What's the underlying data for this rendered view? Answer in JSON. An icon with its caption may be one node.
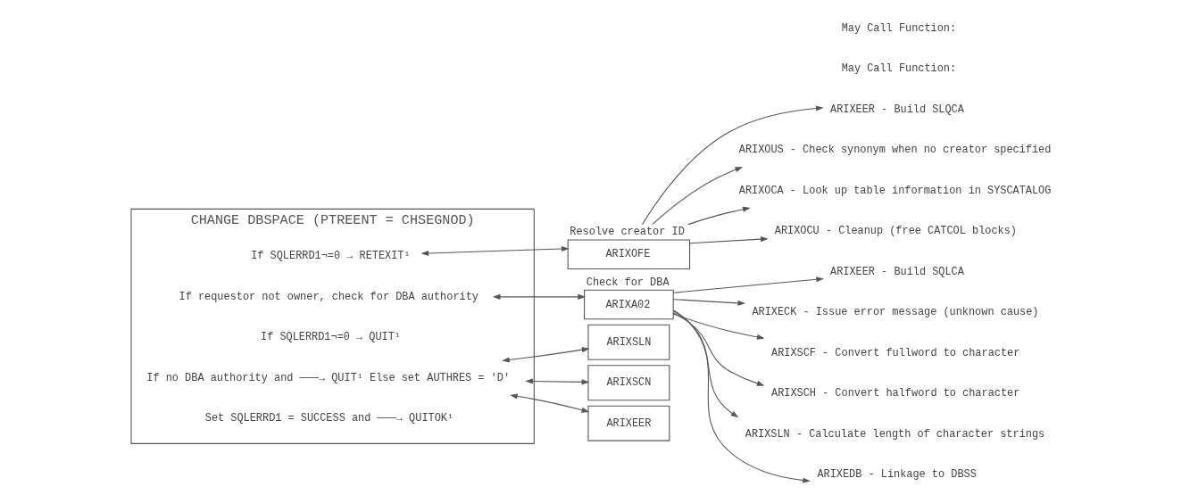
{
  "diagram": {
    "nodes": [
      {
        "text": [
          "CHANGE DBSPACE (PTREENT = CHSEGNOD)"
        ]
      },
      {
        "text": [
          "If SQLERRD1¬=0 → RETEXIT¹"
        ],
        "in": 0
      },
      {
        "text": [
          "If requestor not owner, check for DBA authority"
        ],
        "in": 0
      },
      {
        "text": [
          "If SQLERRD1¬=0 → QUIT¹"
        ],
        "in": 0
      },
      {
        "text": [
          "If no DBA authority and ———→ QUIT¹ Else set AUTHRES = 'D'"
        ],
        "in": 0
      },
      {
        "text": [
          "Set SQLERRD1 = SUCCESS and ———→ QUITOK¹"
        ],
        "in": 0
      },
      {
        "text": [
          "ARIXOFE"
        ],
        "beside": [
          "Resolve creator ID"
        ]
      },
      {
        "text": [
          "ARIXEER - Build SLQCA"
        ]
      },
      {
        "text": [
          "ARIXOUS - Check synonym when no creator specified"
        ]
      },
      {
        "text": [
          "ARIXOCA - Look up table information in SYSCATALOG"
        ]
      },
      {
        "text": [
          "ARIXOCU - Cleanup (free CATCOL blocks)"
        ]
      },
      {
        "text": [
          "ARIXA02"
        ],
        "beside": [
          "Check for DBA"
        ]
      },
      {
        "text": [
          "ARIXEER - Build SQLCA"
        ]
      },
      {
        "text": [
          "ARIXECK - Issue error message (unknown cause)"
        ]
      },
      {
        "text": [
          "ARIXSCF - Convert fullword to character"
        ]
      },
      {
        "text": [
          "ARIXSCH - Convert halfword to character"
        ]
      },
      {
        "text": [
          "ARIXSLN - Calculate length of character strings"
        ]
      },
      {
        "text": [
          "ARIXEDB - Linkage to DBSS"
        ]
      },
      {
        "text": [
          "ARIXSLN"
        ]
      },
      {
        "text": [
          "ARIXSCN"
        ]
      },
      {
        "text": [
          "ARIXEER"
        ]
      }
    ],
    "edges": [
      {
        "from": 1,
        "to": 6,
        "arrow": "both"
      },
      {
        "from": 6,
        "to": 7,
        "arrow": "to"
      },
      {
        "from": 6,
        "to": 8,
        "arrow": "to"
      },
      {
        "from": 6,
        "to": 9,
        "arrow": "to"
      },
      {
        "from": 6,
        "to": 10,
        "arrow": "to"
      },
      {
        "from": 2,
        "to": 11,
        "arrow": "both"
      },
      {
        "from": 11,
        "to": 12,
        "arrow": "to"
      },
      {
        "from": 11,
        "to": 13,
        "arrow": "to"
      },
      {
        "from": 11,
        "to": 14,
        "arrow": "to"
      },
      {
        "from": 11,
        "to": 15,
        "arrow": "to"
      },
      {
        "from": 11,
        "to": 16,
        "arrow": "to"
      },
      {
        "from": 11,
        "to": 17,
        "arrow": "to"
      },
      {
        "from": 4,
        "to": 18,
        "arrow": "both"
      },
      {
        "from": 4,
        "to": 19,
        "arrow": "both"
      },
      {
        "from": 4,
        "to": 20,
        "arrow": "both"
      }
    ],
    "labels": [
      "May Call Function:",
      "May Call Function:"
    ]
  }
}
